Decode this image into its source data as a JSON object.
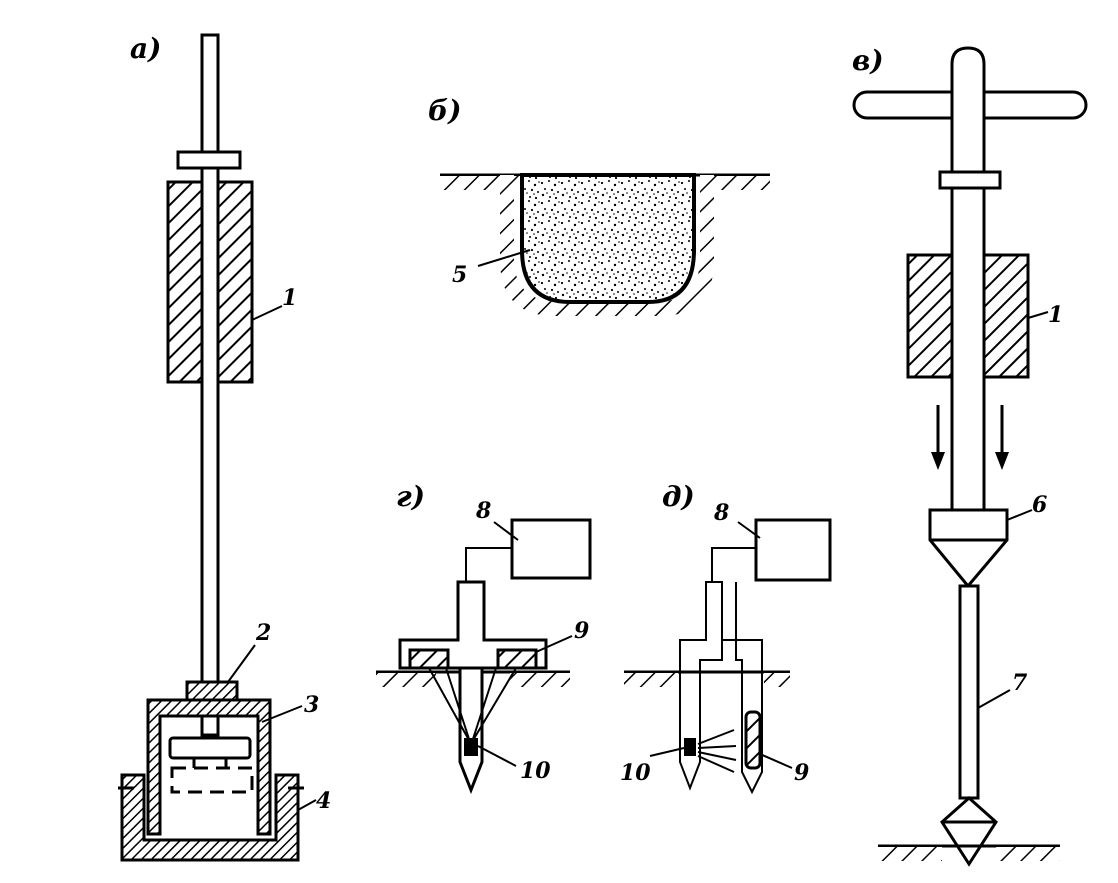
{
  "panels": {
    "a": "а)",
    "b": "б)",
    "v": "в)",
    "g": "г)",
    "d": "д)"
  },
  "callouts": {
    "a_1": "1",
    "a_2": "2",
    "a_3": "3",
    "a_4": "4",
    "b_5": "5",
    "v_1": "1",
    "v_6": "6",
    "v_7": "7",
    "g_8": "8",
    "g_9": "9",
    "g_10": "10",
    "d_8": "8",
    "d_9": "9",
    "d_10": "10"
  }
}
